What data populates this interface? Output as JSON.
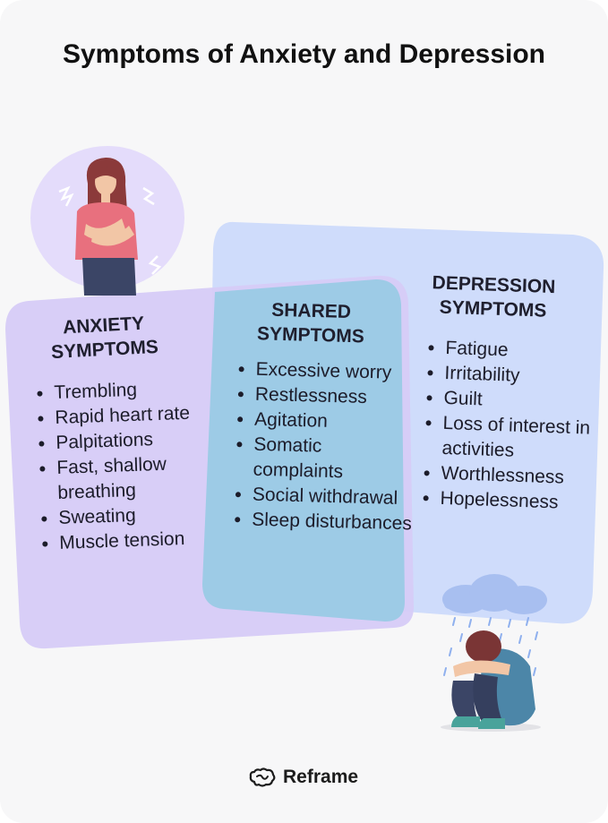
{
  "title": "Symptoms of Anxiety and Depression",
  "anxiety": {
    "heading": "ANXIETY SYMPTOMS",
    "items": [
      "Trembling",
      "Rapid heart rate",
      "Palpitations",
      "Fast, shallow breathing",
      "Sweating",
      "Muscle tension"
    ]
  },
  "shared": {
    "heading": "SHARED SYMPTOMS",
    "items": [
      "Excessive worry",
      "Restlessness",
      "Agitation",
      "Somatic complaints",
      "Social withdrawal",
      "Sleep disturbances"
    ]
  },
  "depression": {
    "heading": "DEPRESSION SYMPTOMS",
    "items": [
      "Fatigue",
      "Irritability",
      "Guilt",
      "Loss of interest in activities",
      "Worthlessness",
      "Hopelessness"
    ]
  },
  "brand": {
    "name": "Reframe",
    "icon": "brain-icon"
  },
  "colors": {
    "anxiety": "#d6cbf7",
    "depression": "#cfdcfb",
    "shared": "#9dcbe6"
  }
}
